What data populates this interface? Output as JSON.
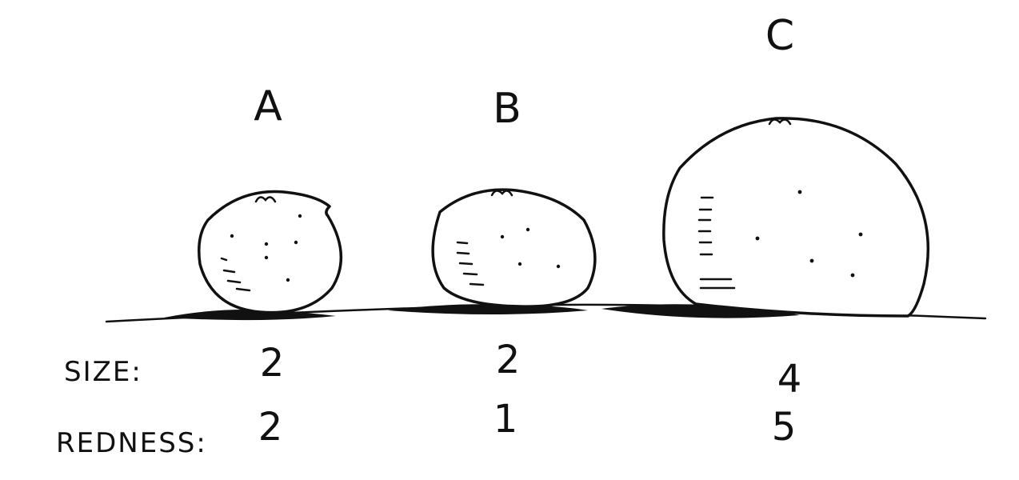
{
  "row_labels": {
    "size": "SIZE:",
    "redness": "REDNESS:"
  },
  "fruits": [
    {
      "label": "A",
      "size": "2",
      "redness": "2"
    },
    {
      "label": "B",
      "size": "2",
      "redness": "1"
    },
    {
      "label": "C",
      "size": "4",
      "redness": "5"
    }
  ],
  "colors": {
    "ink": "#111111",
    "paper": "#ffffff"
  }
}
